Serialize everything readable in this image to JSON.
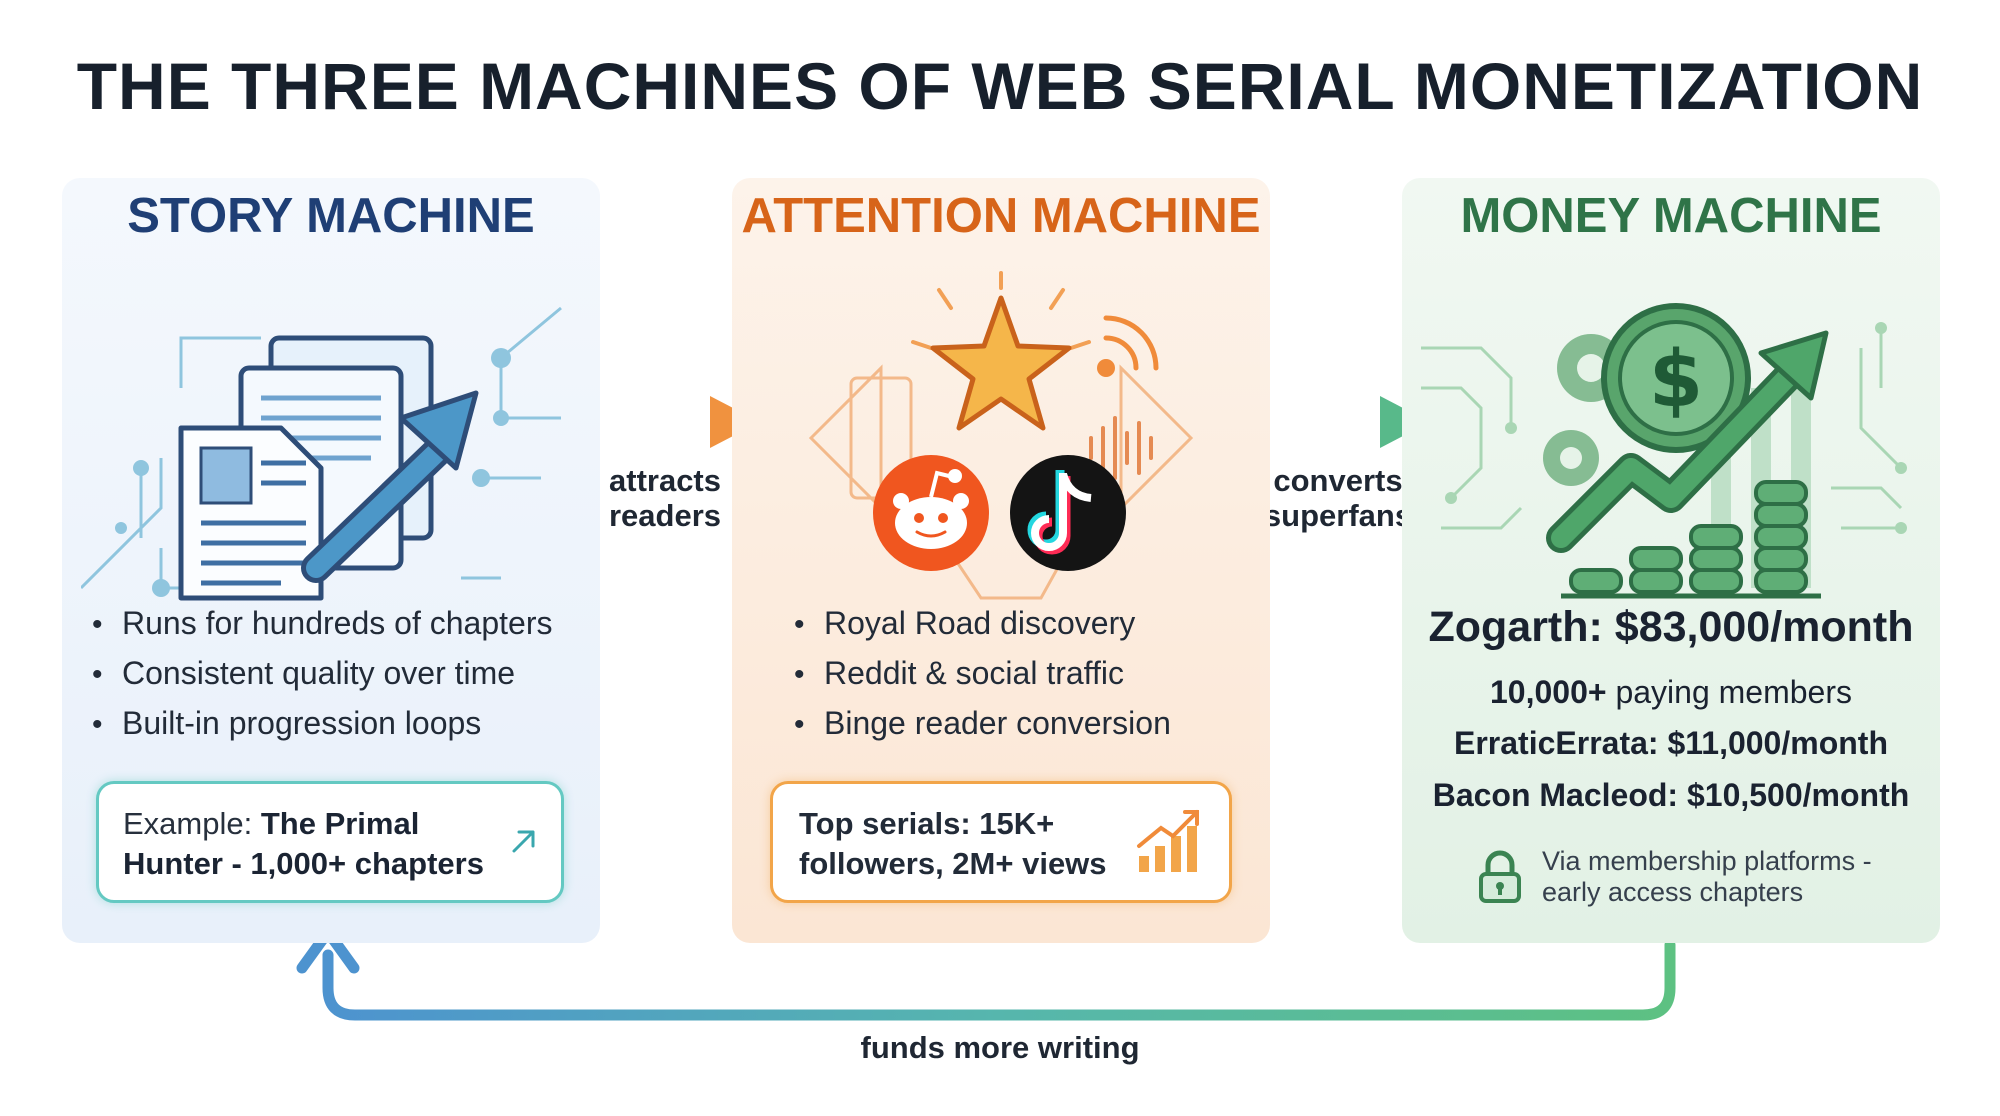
{
  "title": "THE THREE MACHINES OF WEB SERIAL MONETIZATION",
  "colors": {
    "story": "#1f3f75",
    "attention": "#d76419",
    "money": "#2f7448",
    "story_border": "#64c9c2",
    "attention_border": "#f2a549"
  },
  "story": {
    "heading": "STORY MACHINE",
    "bullets": [
      "Runs for hundreds of chapters",
      "Consistent quality over time",
      "Built-in progression loops"
    ],
    "callout_prefix": "Example: ",
    "callout_title": "The Primal",
    "callout_line2": "Hunter - 1,000+ chapters"
  },
  "attention": {
    "heading": "ATTENTION MACHINE",
    "bullets": [
      "Royal Road discovery",
      "Reddit & social traffic",
      "Binge reader conversion"
    ],
    "callout_line1": "Top serials: 15K+",
    "callout_line2": "followers, 2M+ views"
  },
  "money": {
    "heading": "MONEY MACHINE",
    "primary": "Zogarth: $83,000/month",
    "members_count": "10,000+",
    "members_text": " paying members",
    "erratic": "ErraticErrata: $11,000/month",
    "bacon": "Bacon Macleod: $10,500/month",
    "note_line1": "Via membership platforms -",
    "note_line2": "early access chapters"
  },
  "flow": {
    "attracts_line1": "attracts",
    "attracts_line2": "readers",
    "converts_line1": "converts",
    "converts_line2": "superfans",
    "funds": "funds more writing"
  }
}
